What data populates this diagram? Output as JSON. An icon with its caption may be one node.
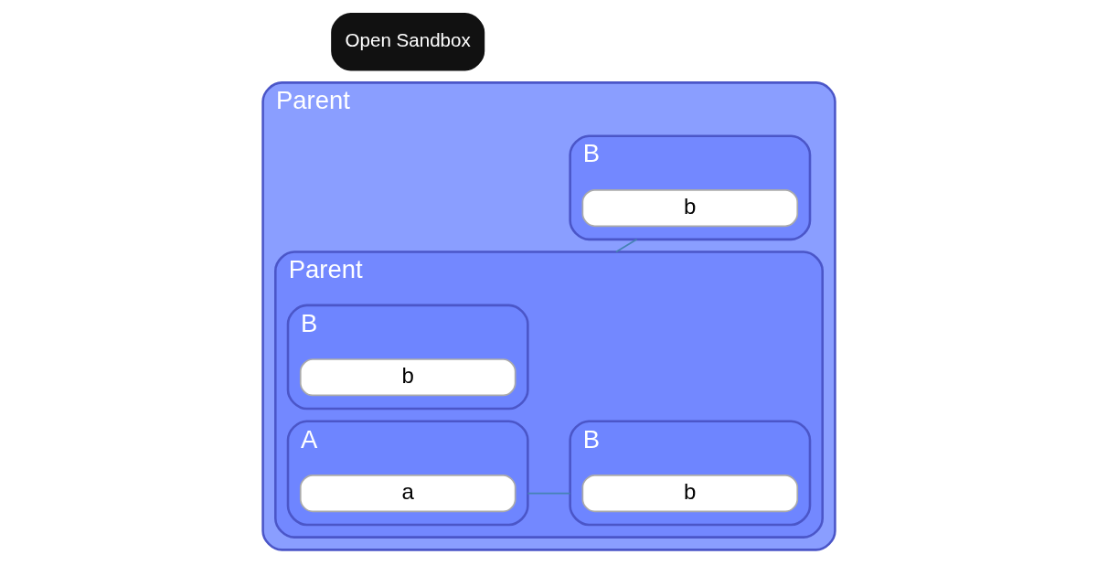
{
  "diagram": {
    "nodes": [
      {
        "text": [
          "Parent"
        ]
      },
      {
        "text": [
          "Parent"
        ],
        "in": 0
      },
      {
        "text": [
          "B"
        ],
        "in": 1
      },
      {
        "text": [
          "b"
        ],
        "in": 2
      },
      {
        "text": [
          "A"
        ],
        "in": 1
      },
      {
        "text": [
          "a"
        ],
        "in": 4
      },
      {
        "text": [
          "B"
        ],
        "in": 1
      },
      {
        "text": [
          "b"
        ],
        "in": 6
      },
      {
        "text": [
          "B"
        ],
        "in": 0
      },
      {
        "text": [
          "b"
        ],
        "in": 8
      }
    ],
    "edges": [
      {
        "from": 4,
        "to": 6,
        "arrow": "none",
        "color": "#4682b4"
      },
      {
        "from": 1,
        "to": 8,
        "arrow": "none",
        "color": "#4682b4"
      }
    ],
    "labels": [
      "Open Sandbox"
    ]
  }
}
